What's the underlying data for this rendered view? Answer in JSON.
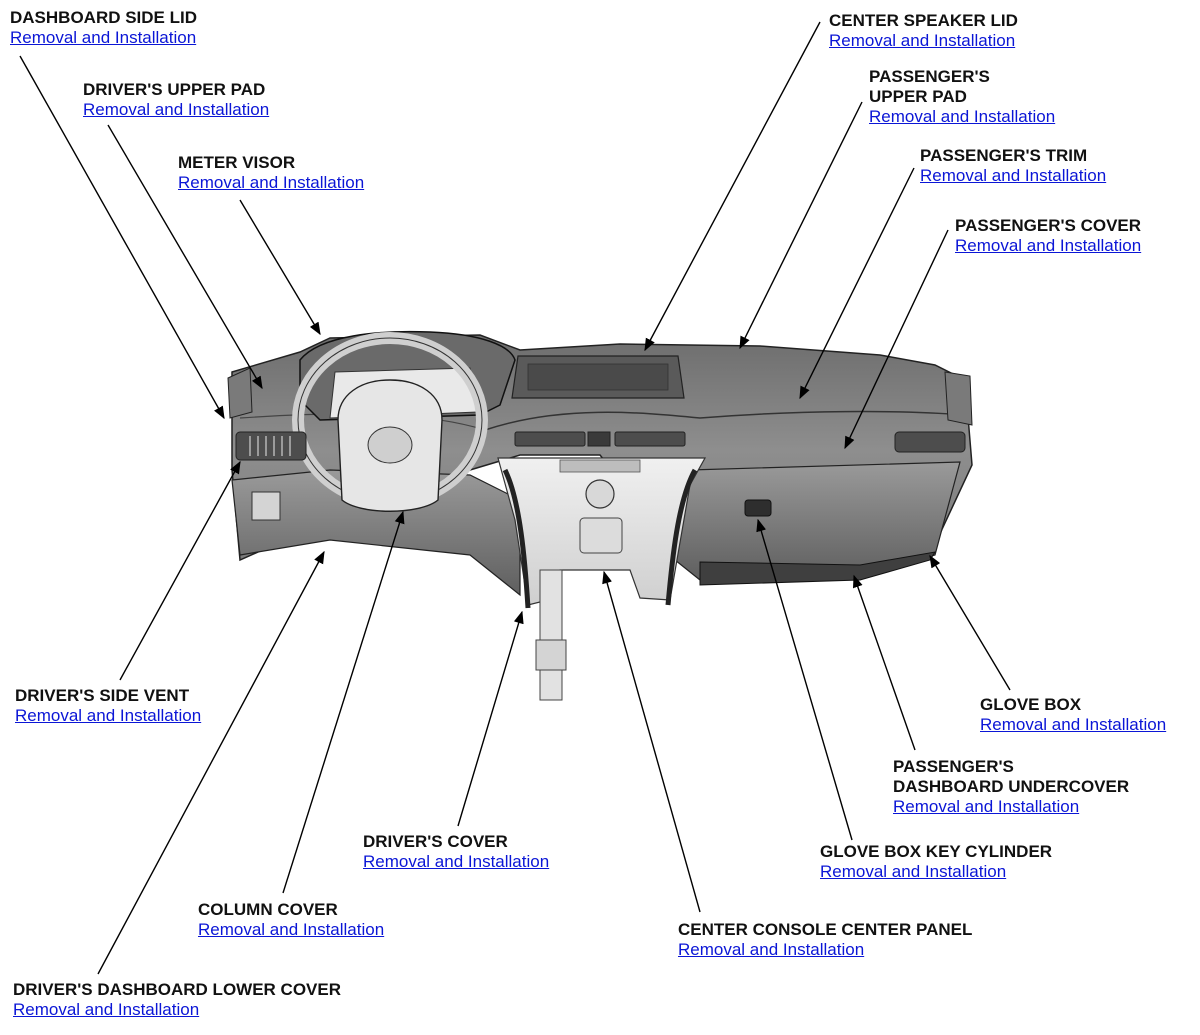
{
  "diagram": {
    "callouts": [
      {
        "id": "dashboard-side-lid",
        "title": "DASHBOARD SIDE LID",
        "link": "Removal and Installation"
      },
      {
        "id": "drivers-upper-pad",
        "title": "DRIVER'S UPPER PAD",
        "link": "Removal and Installation"
      },
      {
        "id": "meter-visor",
        "title": "METER VISOR",
        "link": "Removal and Installation"
      },
      {
        "id": "center-speaker-lid",
        "title": "CENTER SPEAKER LID",
        "link": "Removal and Installation"
      },
      {
        "id": "passengers-upper-pad",
        "title": "PASSENGER'S\nUPPER PAD",
        "link": "Removal and Installation"
      },
      {
        "id": "passengers-trim",
        "title": "PASSENGER'S TRIM",
        "link": "Removal and Installation"
      },
      {
        "id": "passengers-cover",
        "title": "PASSENGER'S COVER",
        "link": "Removal and Installation"
      },
      {
        "id": "drivers-side-vent",
        "title": "DRIVER'S SIDE VENT",
        "link": "Removal and Installation"
      },
      {
        "id": "glove-box",
        "title": "GLOVE BOX",
        "link": "Removal and Installation"
      },
      {
        "id": "passengers-dashboard-undercover",
        "title": "PASSENGER'S\nDASHBOARD UNDERCOVER",
        "link": "Removal and Installation"
      },
      {
        "id": "drivers-cover",
        "title": "DRIVER'S COVER",
        "link": "Removal and Installation"
      },
      {
        "id": "glove-box-key-cylinder",
        "title": "GLOVE BOX KEY CYLINDER",
        "link": "Removal and Installation"
      },
      {
        "id": "column-cover",
        "title": "COLUMN COVER",
        "link": "Removal and Installation"
      },
      {
        "id": "center-console-center-panel",
        "title": "CENTER CONSOLE CENTER PANEL",
        "link": "Removal and Installation"
      },
      {
        "id": "drivers-dashboard-lower-cover",
        "title": "DRIVER'S DASHBOARD LOWER COVER",
        "link": "Removal and Installation"
      }
    ],
    "colors": {
      "title_text": "#111111",
      "link_text": "#0b16d6",
      "leader_line": "#000000",
      "dashboard_body": "#8a8a8a",
      "dashboard_light": "#e4e4e4"
    }
  }
}
